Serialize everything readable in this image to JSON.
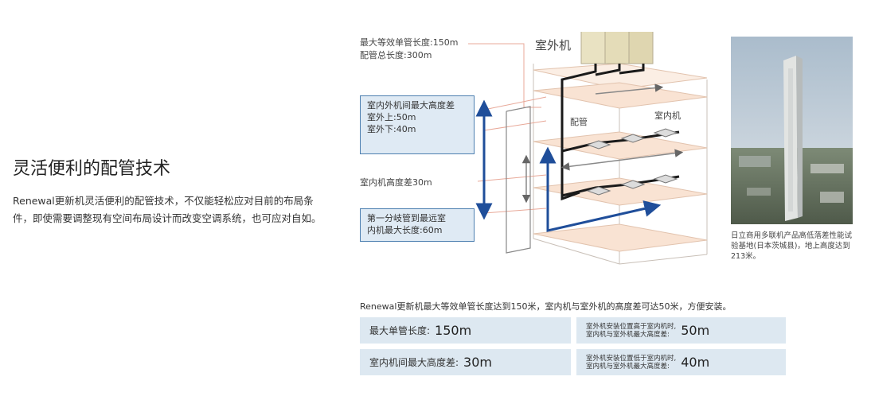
{
  "heading": "灵活便利的配管技术",
  "description": "Renewal更新机灵活便利的配管技术，不仅能轻松应对目前的布局条件，即使需要调整现有空间布局设计而改变空调系统，也可应对自如。",
  "diagram": {
    "top_label_line1": "最大等效单管长度:150m",
    "top_label_line2": "配管总长度:300m",
    "outdoor_unit": "室外机",
    "piping": "配管",
    "indoor_unit": "室内机",
    "height_box_line1": "室内外机间最大高度差",
    "height_box_line2": "室外上:50m",
    "height_box_line3": "室外下:40m",
    "indoor_height_diff": "室内机高度差30m",
    "branch_box_line1": "第一分岐管到最远室",
    "branch_box_line2": "内机最大长度:60m"
  },
  "photo_caption": "日立商用多联机产品高低落差性能试验基地(日本茨城县)，地上高度达到213米。",
  "summary": "Renewal更新机最大等效单管长度达到150米，室内机与室外机的高度差可达50米，方便安装。",
  "specs": [
    {
      "label": "最大单管长度:",
      "value": "150m"
    },
    {
      "label_line1": "室外机安装位置高于室内机时,",
      "label_line2": "室内机与室外机最大高度差:",
      "value": "50m"
    },
    {
      "label": "室内机间最大高度差:",
      "value": "30m"
    },
    {
      "label_line1": "室外机安装位置低于室内机时,",
      "label_line2": "室内机与室外机最大高度差:",
      "value": "40m"
    }
  ],
  "colors": {
    "arrow_blue": "#1f4e9a",
    "box_fill": "#dfeaf4",
    "spec_fill": "#dde8f1",
    "floor_fill": "#f9e3d3",
    "leader_pink": "#e8a898",
    "pipe": "#1a1a1a"
  }
}
